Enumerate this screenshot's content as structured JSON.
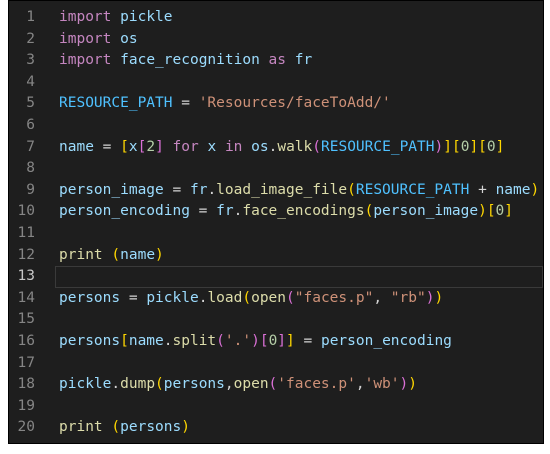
{
  "editor": {
    "lines": [
      {
        "n": "1",
        "tokens": [
          {
            "t": "import",
            "c": "kw"
          },
          {
            "t": " ",
            "c": "op"
          },
          {
            "t": "pickle",
            "c": "nm"
          }
        ]
      },
      {
        "n": "2",
        "tokens": [
          {
            "t": "import",
            "c": "kw"
          },
          {
            "t": " ",
            "c": "op"
          },
          {
            "t": "os",
            "c": "nm"
          }
        ]
      },
      {
        "n": "3",
        "tokens": [
          {
            "t": "import",
            "c": "kw"
          },
          {
            "t": " ",
            "c": "op"
          },
          {
            "t": "face_recognition",
            "c": "nm"
          },
          {
            "t": " ",
            "c": "op"
          },
          {
            "t": "as",
            "c": "kw"
          },
          {
            "t": " ",
            "c": "op"
          },
          {
            "t": "fr",
            "c": "nm"
          }
        ]
      },
      {
        "n": "4",
        "tokens": []
      },
      {
        "n": "5",
        "tokens": [
          {
            "t": "RESOURCE_PATH",
            "c": "const"
          },
          {
            "t": " = ",
            "c": "op"
          },
          {
            "t": "'Resources/faceToAdd/'",
            "c": "str"
          }
        ]
      },
      {
        "n": "6",
        "tokens": []
      },
      {
        "n": "7",
        "tokens": [
          {
            "t": "name",
            "c": "nm"
          },
          {
            "t": " = ",
            "c": "op"
          },
          {
            "t": "[",
            "c": "b1"
          },
          {
            "t": "x",
            "c": "nm"
          },
          {
            "t": "[",
            "c": "b2"
          },
          {
            "t": "2",
            "c": "num"
          },
          {
            "t": "]",
            "c": "b2"
          },
          {
            "t": " ",
            "c": "op"
          },
          {
            "t": "for",
            "c": "kw"
          },
          {
            "t": " ",
            "c": "op"
          },
          {
            "t": "x",
            "c": "nm"
          },
          {
            "t": " ",
            "c": "op"
          },
          {
            "t": "in",
            "c": "kw"
          },
          {
            "t": " ",
            "c": "op"
          },
          {
            "t": "os",
            "c": "nm"
          },
          {
            "t": ".",
            "c": "op"
          },
          {
            "t": "walk",
            "c": "fn"
          },
          {
            "t": "(",
            "c": "b2"
          },
          {
            "t": "RESOURCE_PATH",
            "c": "const"
          },
          {
            "t": ")",
            "c": "b2"
          },
          {
            "t": "]",
            "c": "b1"
          },
          {
            "t": "[",
            "c": "b1"
          },
          {
            "t": "0",
            "c": "num"
          },
          {
            "t": "]",
            "c": "b1"
          },
          {
            "t": "[",
            "c": "b1"
          },
          {
            "t": "0",
            "c": "num"
          },
          {
            "t": "]",
            "c": "b1"
          }
        ]
      },
      {
        "n": "8",
        "tokens": []
      },
      {
        "n": "9",
        "tokens": [
          {
            "t": "person_image",
            "c": "nm"
          },
          {
            "t": " = ",
            "c": "op"
          },
          {
            "t": "fr",
            "c": "nm"
          },
          {
            "t": ".",
            "c": "op"
          },
          {
            "t": "load_image_file",
            "c": "fn"
          },
          {
            "t": "(",
            "c": "b1"
          },
          {
            "t": "RESOURCE_PATH",
            "c": "const"
          },
          {
            "t": " + ",
            "c": "op"
          },
          {
            "t": "name",
            "c": "nm"
          },
          {
            "t": ")",
            "c": "b1"
          }
        ]
      },
      {
        "n": "10",
        "tokens": [
          {
            "t": "person_encoding",
            "c": "nm"
          },
          {
            "t": " = ",
            "c": "op"
          },
          {
            "t": "fr",
            "c": "nm"
          },
          {
            "t": ".",
            "c": "op"
          },
          {
            "t": "face_encodings",
            "c": "fn"
          },
          {
            "t": "(",
            "c": "b1"
          },
          {
            "t": "person_image",
            "c": "nm"
          },
          {
            "t": ")",
            "c": "b1"
          },
          {
            "t": "[",
            "c": "b1"
          },
          {
            "t": "0",
            "c": "num"
          },
          {
            "t": "]",
            "c": "b1"
          }
        ]
      },
      {
        "n": "11",
        "tokens": []
      },
      {
        "n": "12",
        "tokens": [
          {
            "t": "print",
            "c": "fn"
          },
          {
            "t": " ",
            "c": "op"
          },
          {
            "t": "(",
            "c": "b1"
          },
          {
            "t": "name",
            "c": "nm"
          },
          {
            "t": ")",
            "c": "b1"
          }
        ]
      },
      {
        "n": "13",
        "tokens": [],
        "current": true
      },
      {
        "n": "14",
        "tokens": [
          {
            "t": "persons",
            "c": "nm"
          },
          {
            "t": " = ",
            "c": "op"
          },
          {
            "t": "pickle",
            "c": "nm"
          },
          {
            "t": ".",
            "c": "op"
          },
          {
            "t": "load",
            "c": "fn"
          },
          {
            "t": "(",
            "c": "b1"
          },
          {
            "t": "open",
            "c": "fn"
          },
          {
            "t": "(",
            "c": "b2"
          },
          {
            "t": "\"faces.p\"",
            "c": "str"
          },
          {
            "t": ", ",
            "c": "op"
          },
          {
            "t": "\"rb\"",
            "c": "str"
          },
          {
            "t": ")",
            "c": "b2"
          },
          {
            "t": ")",
            "c": "b1"
          }
        ]
      },
      {
        "n": "15",
        "tokens": []
      },
      {
        "n": "16",
        "tokens": [
          {
            "t": "persons",
            "c": "nm"
          },
          {
            "t": "[",
            "c": "b1"
          },
          {
            "t": "name",
            "c": "nm"
          },
          {
            "t": ".",
            "c": "op"
          },
          {
            "t": "split",
            "c": "fn"
          },
          {
            "t": "(",
            "c": "b2"
          },
          {
            "t": "'.'",
            "c": "str"
          },
          {
            "t": ")",
            "c": "b2"
          },
          {
            "t": "[",
            "c": "b2"
          },
          {
            "t": "0",
            "c": "num"
          },
          {
            "t": "]",
            "c": "b2"
          },
          {
            "t": "]",
            "c": "b1"
          },
          {
            "t": " = ",
            "c": "op"
          },
          {
            "t": "person_encoding",
            "c": "nm"
          }
        ]
      },
      {
        "n": "17",
        "tokens": []
      },
      {
        "n": "18",
        "tokens": [
          {
            "t": "pickle",
            "c": "nm"
          },
          {
            "t": ".",
            "c": "op"
          },
          {
            "t": "dump",
            "c": "fn"
          },
          {
            "t": "(",
            "c": "b1"
          },
          {
            "t": "persons",
            "c": "nm"
          },
          {
            "t": ",",
            "c": "op"
          },
          {
            "t": "open",
            "c": "fn"
          },
          {
            "t": "(",
            "c": "b2"
          },
          {
            "t": "'faces.p'",
            "c": "str"
          },
          {
            "t": ",",
            "c": "op"
          },
          {
            "t": "'wb'",
            "c": "str"
          },
          {
            "t": ")",
            "c": "b2"
          },
          {
            "t": ")",
            "c": "b1"
          }
        ]
      },
      {
        "n": "19",
        "tokens": []
      },
      {
        "n": "20",
        "tokens": [
          {
            "t": "print",
            "c": "fn"
          },
          {
            "t": " ",
            "c": "op"
          },
          {
            "t": "(",
            "c": "b1"
          },
          {
            "t": "persons",
            "c": "nm"
          },
          {
            "t": ")",
            "c": "b1"
          }
        ]
      }
    ]
  }
}
